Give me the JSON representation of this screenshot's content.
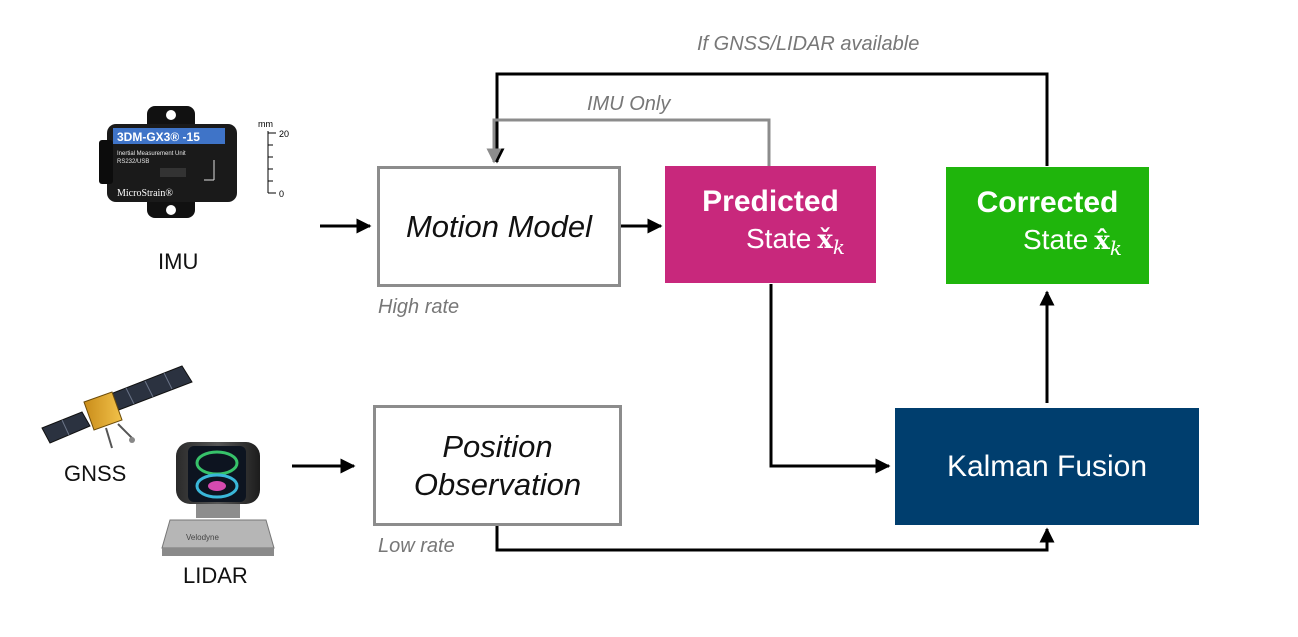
{
  "colors": {
    "predicted": "#c8287c",
    "corrected": "#1fb50c",
    "kalman": "#003e6e",
    "box_border": "#8c8c8c",
    "arrow_black": "#000000",
    "arrow_gray": "#8c8c8c",
    "note_text": "#777777"
  },
  "icons": {
    "imu": "imu-device-icon",
    "gnss": "satellite-icon",
    "lidar": "lidar-sensor-icon"
  },
  "sensors": {
    "imu_label": "IMU",
    "gnss_label": "GNSS",
    "lidar_label": "LIDAR",
    "imu_device_text": "3DM-GX3® -15",
    "imu_device_line2": "Inertial Measurement Unit",
    "imu_device_line3": "RS232/USB",
    "imu_brand": "MicroStrain®",
    "imu_ruler_unit": "mm",
    "imu_ruler_max": "20",
    "imu_ruler_min": "0"
  },
  "nodes": {
    "motion_model": "Motion Model",
    "position_observation_line1": "Position",
    "position_observation_line2": "Observation",
    "predicted_title": "Predicted",
    "predicted_state": "State",
    "predicted_symbol": "x̌",
    "predicted_subscript": "k",
    "corrected_title": "Corrected",
    "corrected_state": "State",
    "corrected_symbol": "x̂",
    "corrected_subscript": "k",
    "kalman_fusion": "Kalman Fusion"
  },
  "annotations": {
    "high_rate": "High rate",
    "low_rate": "Low rate",
    "imu_only": "IMU Only",
    "if_available": "If GNSS/LIDAR available"
  }
}
